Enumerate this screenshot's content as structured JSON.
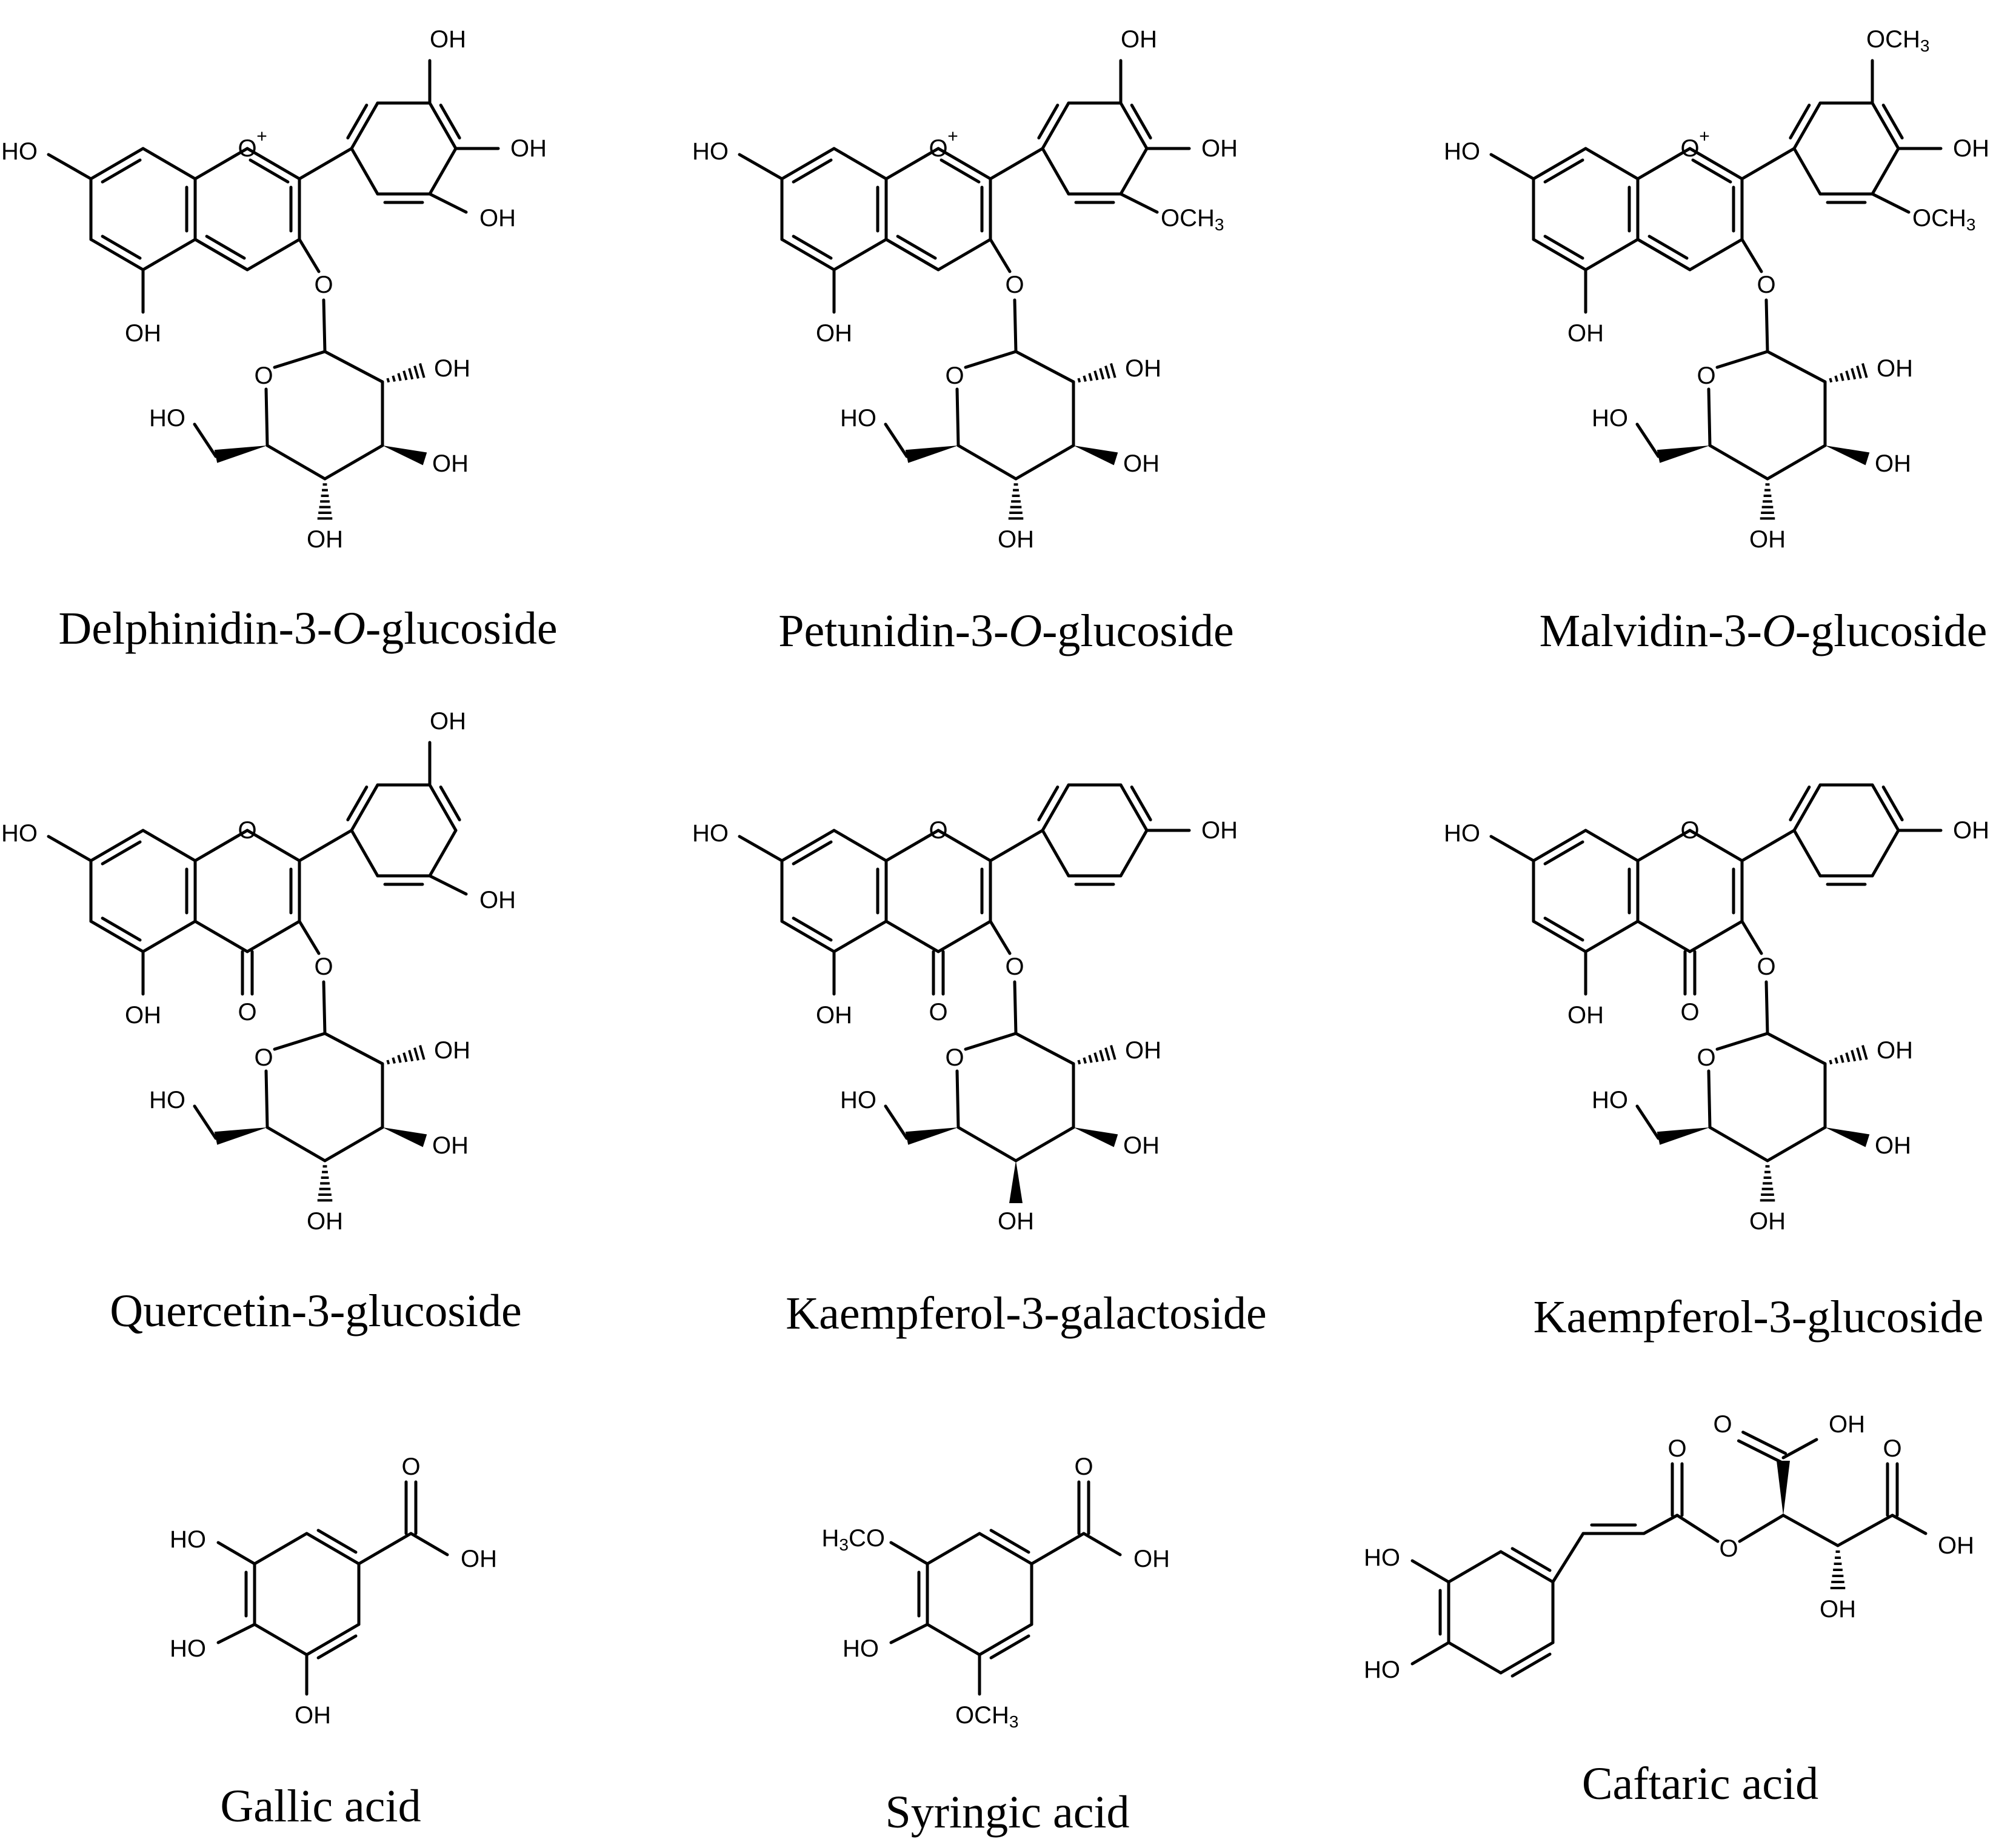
{
  "compounds": [
    {
      "id": "delphinidin",
      "caption_pre": "Delphinidin-3-",
      "caption_it": "O",
      "caption_post": "-glucoside"
    },
    {
      "id": "petunidin",
      "caption_pre": "Petunidin-3-",
      "caption_it": "O",
      "caption_post": "-glucoside"
    },
    {
      "id": "malvidin",
      "caption_pre": "Malvidin-3-",
      "caption_it": "O",
      "caption_post": "-glucoside"
    },
    {
      "id": "quercetin",
      "caption_pre": "Quercetin-3-glucoside",
      "caption_it": "",
      "caption_post": ""
    },
    {
      "id": "kaempferol-gal",
      "caption_pre": "Kaempferol-3-galactoside",
      "caption_it": "",
      "caption_post": ""
    },
    {
      "id": "kaempferol-glc",
      "caption_pre": "Kaempferol-3-glucoside",
      "caption_it": "",
      "caption_post": ""
    },
    {
      "id": "gallic",
      "caption_pre": "Gallic acid",
      "caption_it": "",
      "caption_post": ""
    },
    {
      "id": "syringic",
      "caption_pre": "Syringic acid",
      "caption_it": "",
      "caption_post": ""
    },
    {
      "id": "caftaric",
      "caption_pre": "Caftaric acid",
      "caption_it": "",
      "caption_post": ""
    }
  ],
  "atom_labels": {
    "OH": "OH",
    "HO": "HO",
    "O": "O",
    "O_plus": "+",
    "OCH": "OCH",
    "sub3": "3",
    "H": "H",
    "CO": "CO"
  }
}
